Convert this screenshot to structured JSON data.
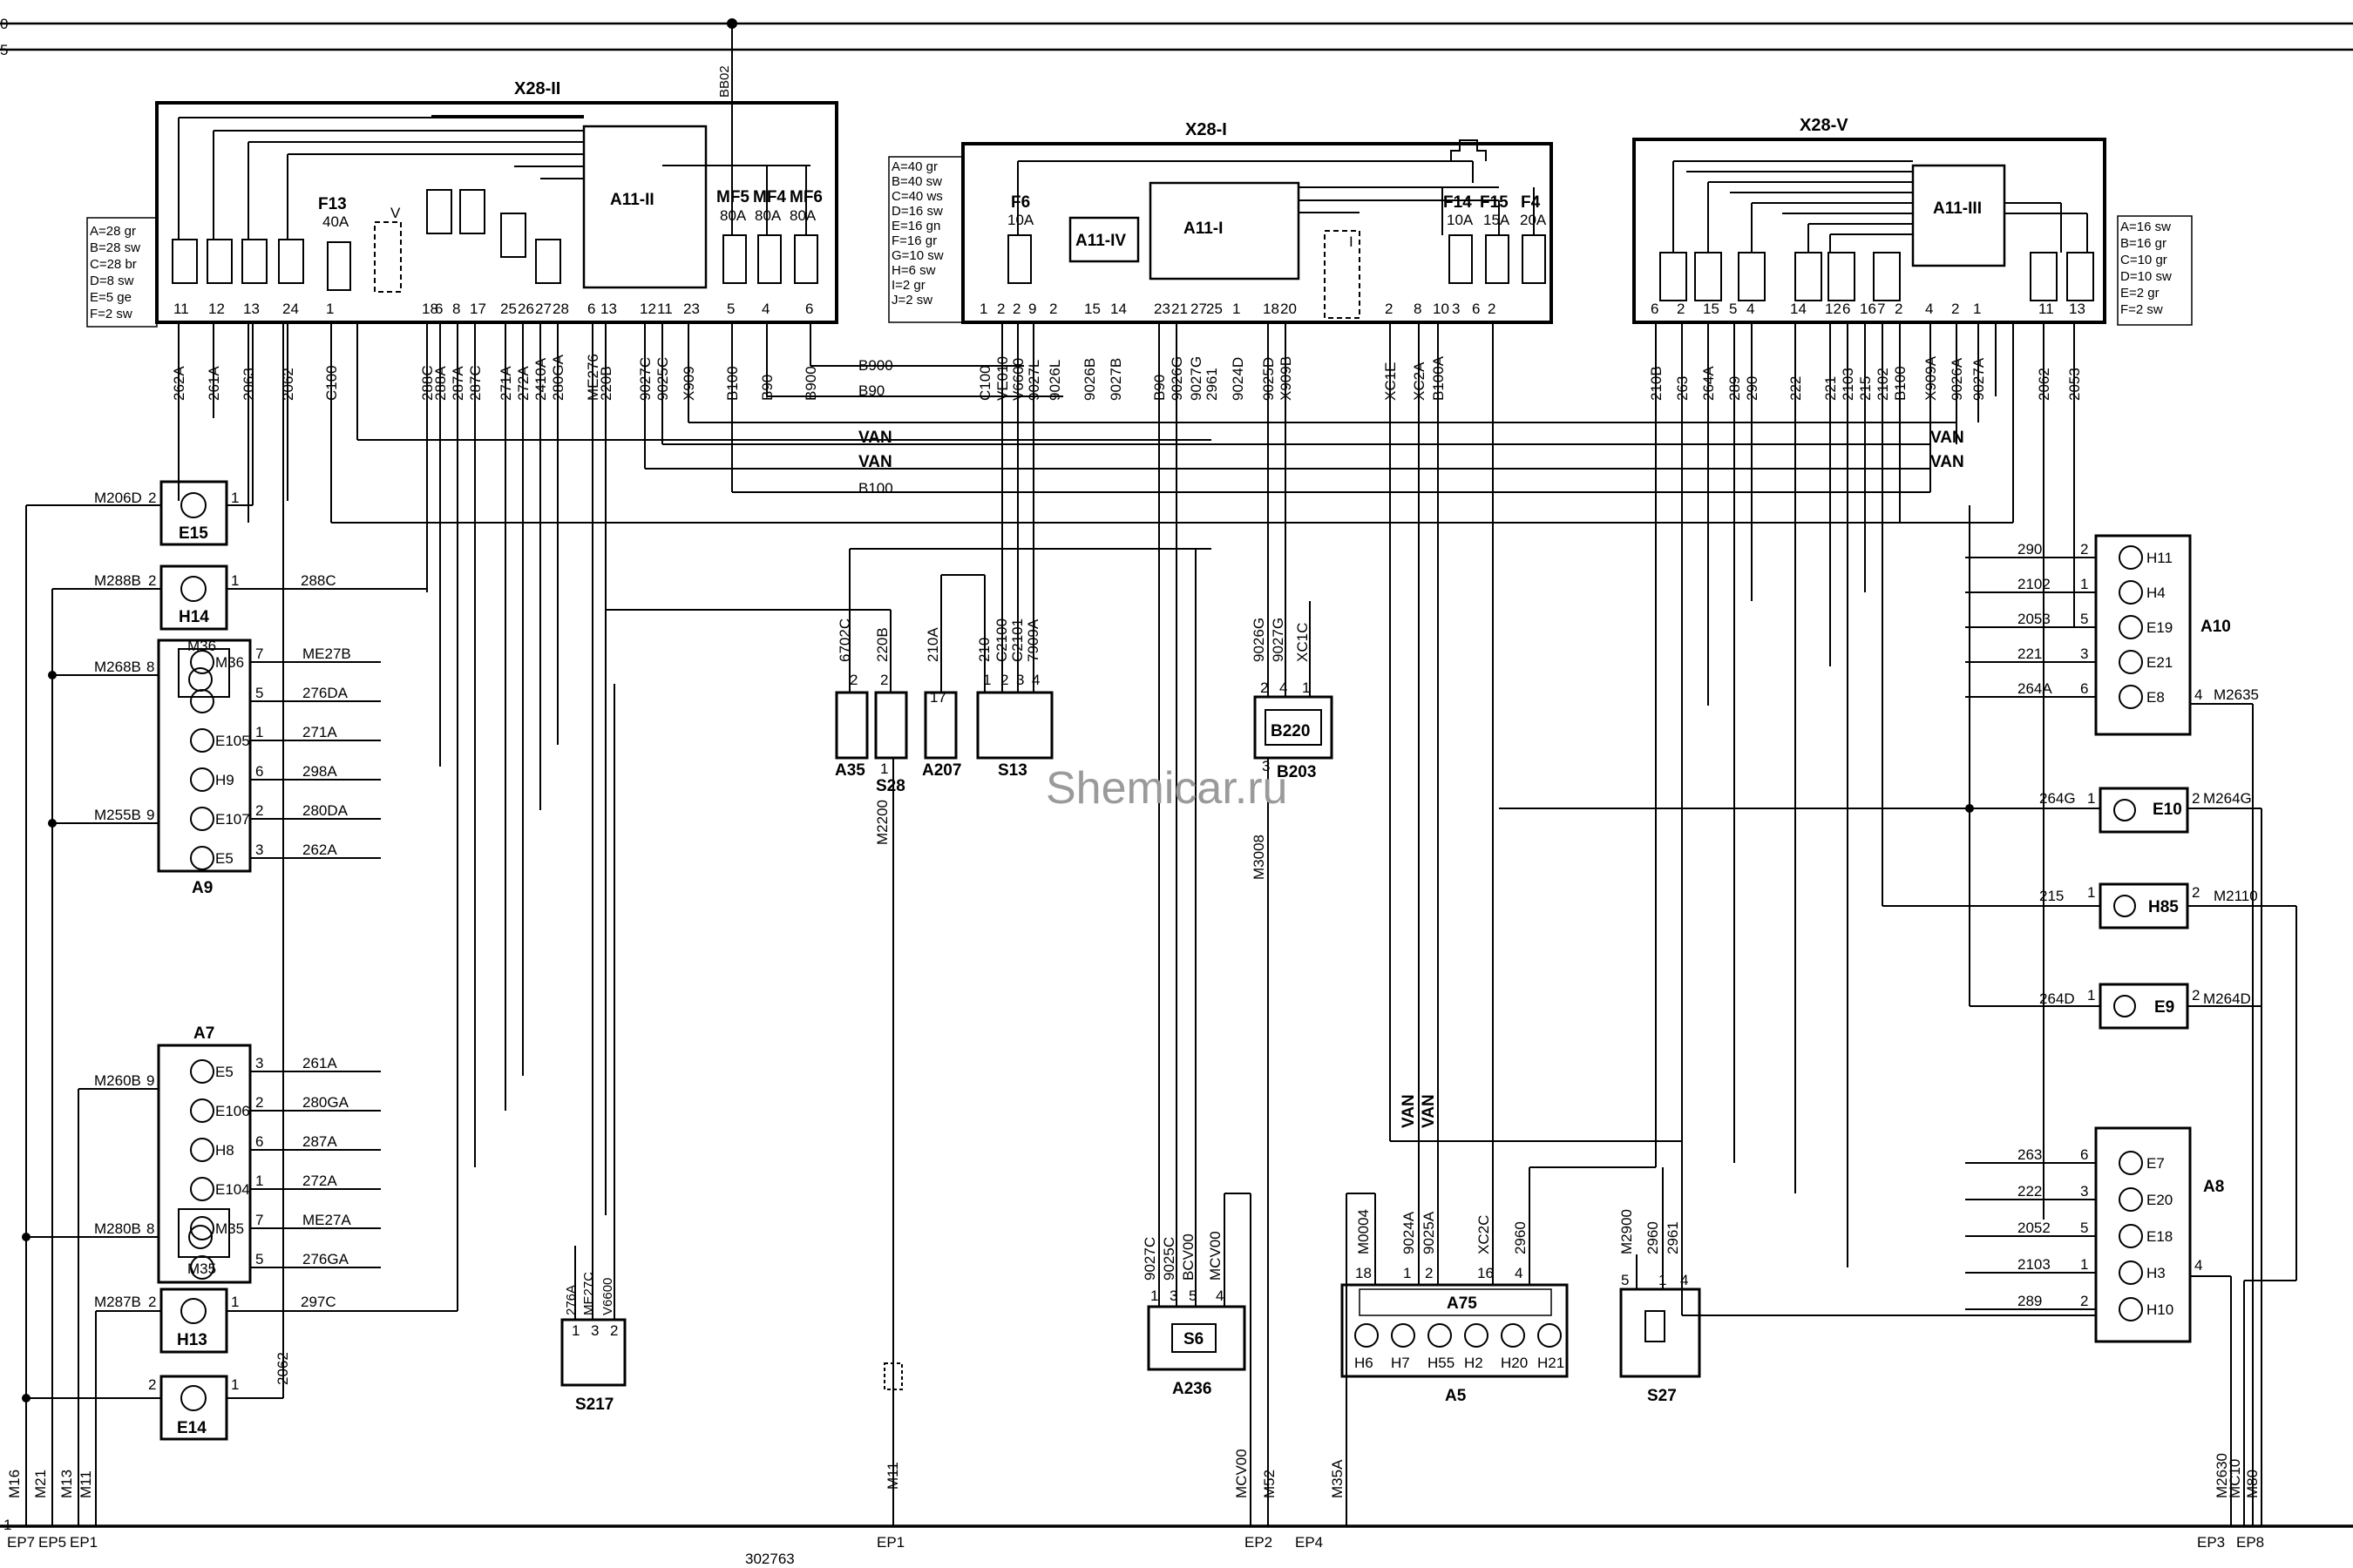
{
  "rails": {
    "top1": "0",
    "top2": "5",
    "ground": "1"
  },
  "watermark": "Shemicar.ru",
  "drawing_number": "302763",
  "top_rail_wire": "BB02",
  "ground_points": [
    "EP7",
    "EP5",
    "EP1",
    "EP1",
    "EP2",
    "EP4",
    "EP3",
    "EP8"
  ],
  "x28_ii": {
    "title": "X28-II",
    "legend": [
      "A=28 gr",
      "B=28 sw",
      "C=28 br",
      "D=8 sw",
      "E=5 ge",
      "F=2 sw"
    ],
    "fuse_f13": {
      "name": "F13",
      "rating": "40A"
    },
    "relay_v": "V",
    "module": "A11-II",
    "mf": [
      {
        "name": "MF5",
        "rating": "80A"
      },
      {
        "name": "MF4",
        "rating": "80A"
      },
      {
        "name": "MF6",
        "rating": "80A"
      }
    ],
    "pins": [
      "11",
      "12",
      "13",
      "24",
      "1",
      "18",
      "6",
      "8",
      "17",
      "25",
      "26",
      "27",
      "28",
      "6",
      "13",
      "12",
      "11",
      "23",
      "5",
      "4",
      "6"
    ],
    "wires": [
      "262A",
      "261A",
      "2063",
      "2062",
      "C100",
      "288C",
      "288A",
      "287A",
      "287C",
      "271A",
      "272A",
      "2410A",
      "280GA",
      "ME276",
      "220B",
      "9027C",
      "9025C",
      "X909",
      "B100",
      "B90",
      "B900"
    ]
  },
  "x28_i": {
    "title": "X28-I",
    "legend": [
      "A=40 gr",
      "B=40 sw",
      "C=40 ws",
      "D=16 sw",
      "E=16 gn",
      "F=16 gr",
      "G=10 sw",
      "H=6 sw",
      "I=2 gr",
      "J=2 sw"
    ],
    "fuse_f6": {
      "name": "F6",
      "rating": "10A"
    },
    "module_a11iv": "A11-IV",
    "module_a11i": "A11-I",
    "relay_i": "I",
    "fuses": [
      {
        "name": "F14",
        "rating": "10A"
      },
      {
        "name": "F15",
        "rating": "15A"
      },
      {
        "name": "F4",
        "rating": "20A"
      }
    ],
    "pins": [
      "1",
      "2",
      "2",
      "9",
      "2",
      "15",
      "14",
      "23",
      "21",
      "27",
      "25",
      "1",
      "18",
      "20",
      "2",
      "8",
      "10",
      "3",
      "6",
      "2"
    ],
    "wires": [
      "C100",
      "VE010",
      "V6600",
      "9027L",
      "9026L",
      "9026B",
      "9027B",
      "B90",
      "9026G",
      "9027G",
      "2961",
      "9024D",
      "9025D",
      "X909B",
      "XC1E",
      "XC2A",
      "B100A"
    ],
    "bus_labels": [
      "B900",
      "B90",
      "VAN",
      "VAN",
      "B100"
    ]
  },
  "x28_v": {
    "title": "X28-V",
    "legend": [
      "A=16 sw",
      "B=16 gr",
      "C=10 gr",
      "D=10 sw",
      "E=2 gr",
      "F=2 sw"
    ],
    "module": "A11-III",
    "pins": [
      "6",
      "2",
      "15",
      "5",
      "4",
      "14",
      "12",
      "6",
      "16",
      "7",
      "2",
      "4",
      "2",
      "1",
      "11",
      "13"
    ],
    "wires": [
      "210B",
      "263",
      "264A",
      "289",
      "290",
      "222",
      "221",
      "2103",
      "215",
      "2102",
      "B100",
      "X909A",
      "9026A",
      "9027A",
      "2062",
      "2053"
    ],
    "bus_labels": [
      "VAN",
      "VAN"
    ]
  },
  "components": {
    "E15": {
      "name": "E15",
      "pins": [
        "2",
        "1"
      ],
      "wires": [
        "M206D"
      ]
    },
    "H14": {
      "name": "H14",
      "pins": [
        "2",
        "1"
      ],
      "wires": [
        "M288B",
        "288C"
      ]
    },
    "A9": {
      "name": "A9",
      "motor": "M36",
      "rows": [
        {
          "pin": "7",
          "wire": "ME27B",
          "item": "M36"
        },
        {
          "pin": "5",
          "wire": "276DA",
          "item": ""
        },
        {
          "pin": "1",
          "wire": "271A",
          "item": "E105"
        },
        {
          "pin": "6",
          "wire": "298A",
          "item": "H9"
        },
        {
          "pin": "2",
          "wire": "280DA",
          "item": "E107"
        },
        {
          "pin": "3",
          "wire": "262A",
          "item": "E5"
        }
      ],
      "side_wires": [
        "M268B",
        "M255B"
      ],
      "side_pins": [
        "8",
        "9"
      ]
    },
    "A7": {
      "name": "A7",
      "motor": "M35",
      "rows": [
        {
          "pin": "3",
          "wire": "261A",
          "item": "E5"
        },
        {
          "pin": "2",
          "wire": "280GA",
          "item": "E106"
        },
        {
          "pin": "6",
          "wire": "287A",
          "item": "H8"
        },
        {
          "pin": "1",
          "wire": "272A",
          "item": "E104"
        },
        {
          "pin": "7",
          "wire": "ME27A",
          "item": "M35"
        },
        {
          "pin": "5",
          "wire": "276GA",
          "item": ""
        }
      ],
      "side_wires": [
        "M260B",
        "M280B"
      ],
      "side_pins": [
        "9",
        "8"
      ]
    },
    "H13": {
      "name": "H13",
      "pins": [
        "2",
        "1"
      ],
      "wires": [
        "M287B",
        "297C"
      ]
    },
    "E14": {
      "name": "E14",
      "pins": [
        "2",
        "1"
      ],
      "wires": [
        "2062"
      ]
    },
    "S217": {
      "name": "S217",
      "pins": [
        "1",
        "3",
        "2"
      ],
      "wires": [
        "276A",
        "ME27C",
        "V6600"
      ]
    },
    "A35": {
      "name": "A35",
      "pins": [
        "2"
      ],
      "wires": [
        "6702C"
      ]
    },
    "S28": {
      "name": "S28",
      "pins": [
        "2",
        "1"
      ],
      "wires": [
        "220B",
        "M2200"
      ]
    },
    "A207": {
      "name": "A207",
      "pins": [
        "17"
      ],
      "wires": [
        "210A"
      ]
    },
    "S13": {
      "name": "S13",
      "pins": [
        "1",
        "2",
        "3",
        "4"
      ],
      "wires": [
        "210",
        "C2100",
        "C2101",
        "7909A"
      ]
    },
    "B203": {
      "name": "B203",
      "inner": "B220",
      "pins": [
        "2",
        "4",
        "1",
        "3"
      ],
      "wires": [
        "9026G",
        "9027G",
        "XC1C",
        "M3008"
      ]
    },
    "A10": {
      "name": "A10",
      "rows": [
        {
          "pin": "2",
          "wire": "290",
          "item": "H11"
        },
        {
          "pin": "1",
          "wire": "2102",
          "item": "H4"
        },
        {
          "pin": "5",
          "wire": "2053",
          "item": "E19"
        },
        {
          "pin": "3",
          "wire": "221",
          "item": "E21"
        },
        {
          "pin": "6",
          "wire": "264A",
          "item": "E8"
        }
      ],
      "ground": {
        "pin": "4",
        "wire": "M2635"
      }
    },
    "E10": {
      "name": "E10",
      "pins": [
        "1",
        "2"
      ],
      "wires": [
        "264G",
        "M264G"
      ]
    },
    "H85": {
      "name": "H85",
      "pins": [
        "1",
        "2"
      ],
      "wires": [
        "215",
        "M2110"
      ]
    },
    "E9": {
      "name": "E9",
      "pins": [
        "1",
        "2"
      ],
      "wires": [
        "264D",
        "M264D"
      ]
    },
    "A8": {
      "name": "A8",
      "rows": [
        {
          "pin": "6",
          "wire": "263",
          "item": "E7"
        },
        {
          "pin": "3",
          "wire": "222",
          "item": "E20"
        },
        {
          "pin": "5",
          "wire": "2052",
          "item": "E18"
        },
        {
          "pin": "1",
          "wire": "2103",
          "item": "H3"
        },
        {
          "pin": "2",
          "wire": "289",
          "item": "H10"
        }
      ],
      "ground": {
        "pin": "4",
        "wire": ""
      }
    },
    "A236": {
      "name": "A236",
      "inner": "S6",
      "pins": [
        "1",
        "3",
        "5",
        "4"
      ],
      "wires": [
        "9027C",
        "9025C",
        "BCV00",
        "MCV00"
      ]
    },
    "A5": {
      "name": "A5",
      "inner": "A75",
      "pins": [
        "18",
        "1",
        "2",
        "16",
        "4"
      ],
      "wires": [
        "M0004",
        "9024A",
        "9025A",
        "XC2C",
        "2960"
      ],
      "lamps": [
        "H6",
        "H7",
        "H55",
        "H2",
        "H20",
        "H21"
      ],
      "bus": [
        "VAN",
        "VAN"
      ]
    },
    "S27": {
      "name": "S27",
      "pins": [
        "5",
        "1",
        "4"
      ],
      "wires": [
        "M2900",
        "2960",
        "2961"
      ]
    }
  },
  "ground_wires": [
    "M16",
    "M21",
    "M13",
    "M11",
    "2062",
    "M11",
    "MCV00",
    "M52",
    "M35A",
    "M2630",
    "MC10",
    "M80"
  ]
}
